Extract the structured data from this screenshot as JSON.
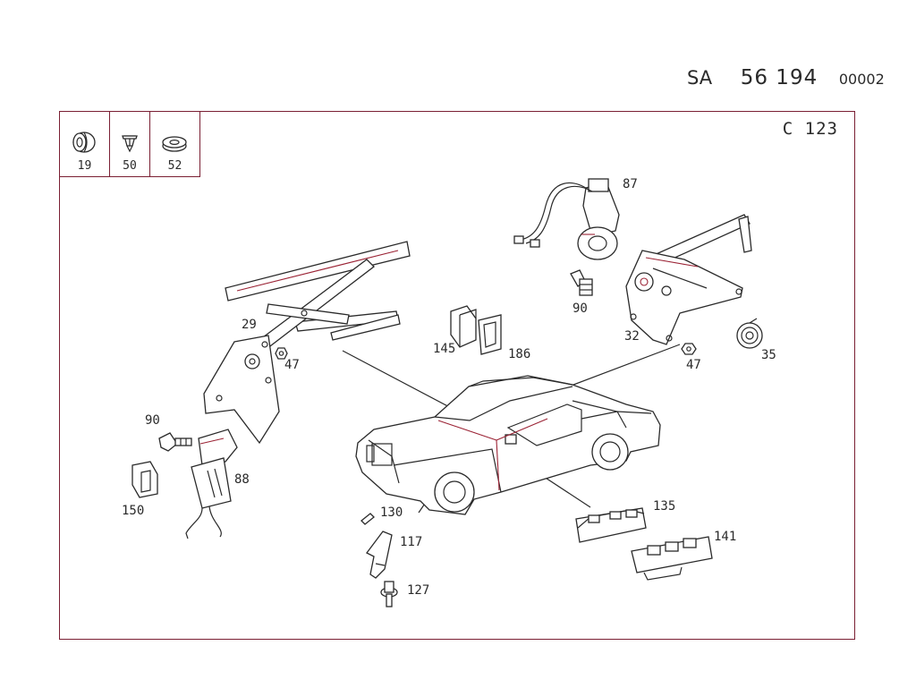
{
  "header": {
    "prefix": "SA",
    "number": "56 194",
    "suffix": "00002"
  },
  "model": "C 123",
  "legend": [
    {
      "label": "19"
    },
    {
      "label": "50"
    },
    {
      "label": "52"
    }
  ],
  "callouts": [
    {
      "id": "87",
      "text": "87"
    },
    {
      "id": "90a",
      "text": "90"
    },
    {
      "id": "29",
      "text": "29"
    },
    {
      "id": "47a",
      "text": "47"
    },
    {
      "id": "32",
      "text": "32"
    },
    {
      "id": "47b",
      "text": "47"
    },
    {
      "id": "35",
      "text": "35"
    },
    {
      "id": "145",
      "text": "145"
    },
    {
      "id": "186",
      "text": "186"
    },
    {
      "id": "90b",
      "text": "90"
    },
    {
      "id": "88",
      "text": "88"
    },
    {
      "id": "150",
      "text": "150"
    },
    {
      "id": "130",
      "text": "130"
    },
    {
      "id": "117",
      "text": "117"
    },
    {
      "id": "127",
      "text": "127"
    },
    {
      "id": "135",
      "text": "135"
    },
    {
      "id": "141",
      "text": "141"
    }
  ],
  "icons": {
    "19": "grommet-icon",
    "50": "push-clip-icon",
    "52": "washer-icon"
  },
  "colors": {
    "frame": "#7a1f33",
    "accent_line": "#9b2335",
    "ink": "#2a2a2a"
  }
}
